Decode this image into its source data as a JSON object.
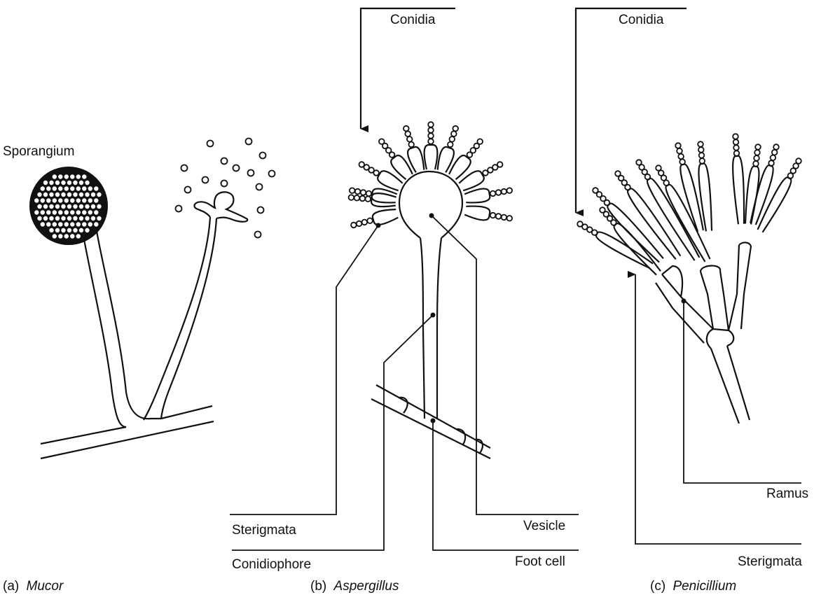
{
  "panels": [
    {
      "id": "a",
      "prefix": "(a)",
      "genus": "Mucor",
      "labels": {
        "sporangium": "Sporangium"
      }
    },
    {
      "id": "b",
      "prefix": "(b)",
      "genus": "Aspergillus",
      "labels": {
        "conidia": "Conidia",
        "sterigmata": "Sterigmata",
        "vesicle": "Vesicle",
        "conidiophore": "Conidiophore",
        "foot_cell": "Foot cell"
      }
    },
    {
      "id": "c",
      "prefix": "(c)",
      "genus": "Penicillium",
      "labels": {
        "conidia": "Conidia",
        "ramus": "Ramus",
        "sterigmata": "Sterigmata"
      }
    }
  ]
}
